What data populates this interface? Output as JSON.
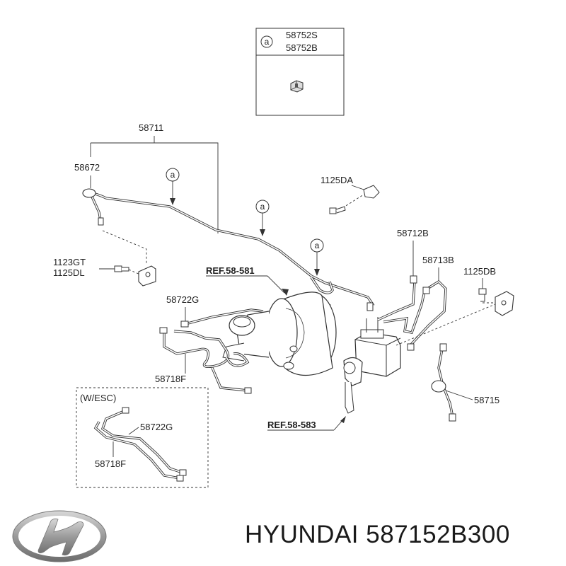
{
  "inset_box": {
    "marker": "a",
    "part_1": "58752S",
    "part_2": "58752B"
  },
  "callouts": {
    "p58711": "58711",
    "p58672": "58672",
    "p1125DA": "1125DA",
    "p58712B": "58712B",
    "p58713B": "58713B",
    "p1125DB": "1125DB",
    "p1123GT": "1123GT",
    "p1125DL": "1125DL",
    "ref581": "REF.58-581",
    "p58722G": "58722G",
    "p58718F": "58718F",
    "p58715": "58715",
    "ref583": "REF.58-583"
  },
  "esc_box": {
    "title": "(W/ESC)",
    "p58722G": "58722G",
    "p58718F": "58718F"
  },
  "clip_markers": [
    "a",
    "a",
    "a"
  ],
  "footer": {
    "brand": "HYUNDAI",
    "part_number": "587152B300"
  },
  "logo": {
    "icon": "hyundai-logo"
  }
}
